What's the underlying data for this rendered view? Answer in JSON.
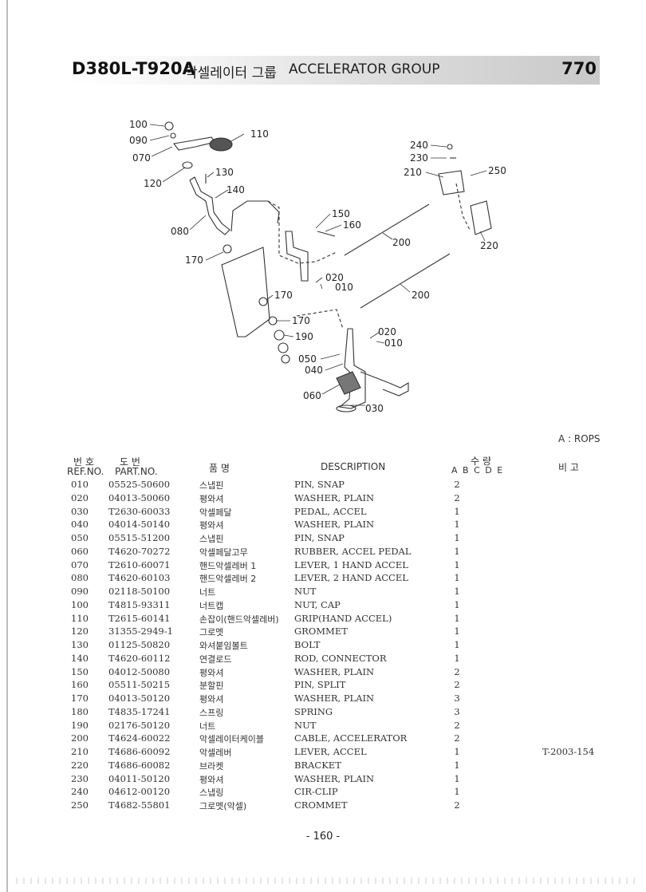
{
  "header": {
    "model": "D380L-T920A",
    "title_ko": "악셀레이터 그룹",
    "title_en": "ACCELERATOR GROUP",
    "page_code": "770"
  },
  "diagram": {
    "callouts": [
      "100",
      "090",
      "070",
      "110",
      "120",
      "130",
      "140",
      "080",
      "170",
      "150",
      "160",
      "200",
      "020",
      "010",
      "170",
      "170",
      "190",
      "050",
      "040",
      "060",
      "030",
      "240",
      "230",
      "210",
      "250",
      "220",
      "200",
      "020",
      "010"
    ]
  },
  "legend": {
    "rops": "A : ROPS"
  },
  "columns": {
    "ref_ko": "번 호",
    "ref_en": "REF.NO.",
    "part_ko": "도 번",
    "part_en": "PART.NO.",
    "name_ko": "품 명",
    "desc": "DESCRIPTION",
    "qty_ko": "수 량",
    "qty_cols": "A B C D E",
    "note_ko": "비 고"
  },
  "parts": [
    {
      "ref": "010",
      "part": "05525-50600",
      "ko": "스냅핀",
      "desc": "PIN, SNAP",
      "qty": "2",
      "note": ""
    },
    {
      "ref": "020",
      "part": "04013-50060",
      "ko": "평와셔",
      "desc": "WASHER, PLAIN",
      "qty": "2",
      "note": ""
    },
    {
      "ref": "030",
      "part": "T2630-60033",
      "ko": "악셀페달",
      "desc": "PEDAL, ACCEL",
      "qty": "1",
      "note": ""
    },
    {
      "ref": "040",
      "part": "04014-50140",
      "ko": "평와셔",
      "desc": "WASHER, PLAIN",
      "qty": "1",
      "note": ""
    },
    {
      "ref": "050",
      "part": "05515-51200",
      "ko": "스냅핀",
      "desc": "PIN, SNAP",
      "qty": "1",
      "note": ""
    },
    {
      "ref": "060",
      "part": "T4620-70272",
      "ko": "악셀페달고무",
      "desc": "RUBBER, ACCEL PEDAL",
      "qty": "1",
      "note": ""
    },
    {
      "ref": "070",
      "part": "T2610-60071",
      "ko": "핸드악셀레버 1",
      "desc": "LEVER, 1 HAND ACCEL",
      "qty": "1",
      "note": ""
    },
    {
      "ref": "080",
      "part": "T4620-60103",
      "ko": "핸드악셀레버 2",
      "desc": "LEVER, 2 HAND ACCEL",
      "qty": "1",
      "note": ""
    },
    {
      "ref": "090",
      "part": "02118-50100",
      "ko": "너트",
      "desc": "NUT",
      "qty": "1",
      "note": ""
    },
    {
      "ref": "100",
      "part": "T4815-93311",
      "ko": "너트캡",
      "desc": "NUT, CAP",
      "qty": "1",
      "note": ""
    },
    {
      "ref": "110",
      "part": "T2615-60141",
      "ko": "손잡이(핸드악셀레버)",
      "desc": "GRIP(HAND ACCEL)",
      "qty": "1",
      "note": ""
    },
    {
      "ref": "120",
      "part": "31355-2949-1",
      "ko": "그로멧",
      "desc": "GROMMET",
      "qty": "1",
      "note": ""
    },
    {
      "ref": "130",
      "part": "01125-50820",
      "ko": "와셔붙임볼트",
      "desc": "BOLT",
      "qty": "1",
      "note": ""
    },
    {
      "ref": "140",
      "part": "T4620-60112",
      "ko": "연결로드",
      "desc": "ROD, CONNECTOR",
      "qty": "1",
      "note": ""
    },
    {
      "ref": "150",
      "part": "04012-50080",
      "ko": "평와셔",
      "desc": "WASHER, PLAIN",
      "qty": "2",
      "note": ""
    },
    {
      "ref": "160",
      "part": "05511-50215",
      "ko": "분할핀",
      "desc": "PIN, SPLIT",
      "qty": "2",
      "note": ""
    },
    {
      "ref": "170",
      "part": "04013-50120",
      "ko": "평와셔",
      "desc": "WASHER, PLAIN",
      "qty": "3",
      "note": ""
    },
    {
      "ref": "180",
      "part": "T4835-17241",
      "ko": "스프링",
      "desc": "SPRING",
      "qty": "3",
      "note": ""
    },
    {
      "ref": "190",
      "part": "02176-50120",
      "ko": "너트",
      "desc": "NUT",
      "qty": "2",
      "note": ""
    },
    {
      "ref": "200",
      "part": "T4624-60022",
      "ko": "악셀레이터케이블",
      "desc": "CABLE, ACCELERATOR",
      "qty": "2",
      "note": ""
    },
    {
      "ref": "210",
      "part": "T4686-60092",
      "ko": "악셀레버",
      "desc": "LEVER, ACCEL",
      "qty": "1",
      "note": "T-2003-154"
    },
    {
      "ref": "220",
      "part": "T4686-60082",
      "ko": "브라켓",
      "desc": "BRACKET",
      "qty": "1",
      "note": ""
    },
    {
      "ref": "230",
      "part": "04011-50120",
      "ko": "평와셔",
      "desc": "WASHER, PLAIN",
      "qty": "1",
      "note": ""
    },
    {
      "ref": "240",
      "part": "04612-00120",
      "ko": "스냅링",
      "desc": "CIR-CLIP",
      "qty": "1",
      "note": ""
    },
    {
      "ref": "250",
      "part": "T4682-55801",
      "ko": "그로멧(악셀)",
      "desc": "CROMMET",
      "qty": "2",
      "note": ""
    }
  ],
  "footer": {
    "page_number": "- 160 -"
  }
}
